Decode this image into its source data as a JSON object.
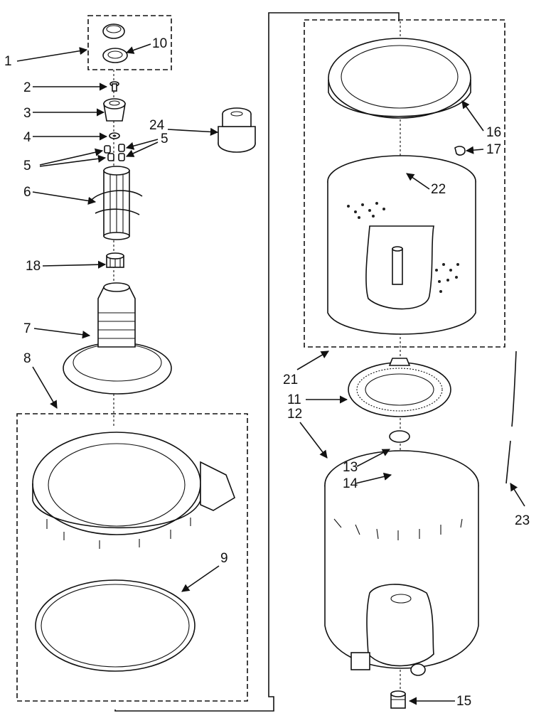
{
  "labels": [
    {
      "id": "1",
      "text": "1"
    },
    {
      "id": "2",
      "text": "2"
    },
    {
      "id": "3",
      "text": "3"
    },
    {
      "id": "4",
      "text": "4"
    },
    {
      "id": "5a",
      "text": "5"
    },
    {
      "id": "5b",
      "text": "5"
    },
    {
      "id": "6",
      "text": "6"
    },
    {
      "id": "7",
      "text": "7"
    },
    {
      "id": "8",
      "text": "8"
    },
    {
      "id": "9",
      "text": "9"
    },
    {
      "id": "10",
      "text": "10"
    },
    {
      "id": "11",
      "text": "11"
    },
    {
      "id": "12",
      "text": "12"
    },
    {
      "id": "13",
      "text": "13"
    },
    {
      "id": "14",
      "text": "14"
    },
    {
      "id": "15",
      "text": "15"
    },
    {
      "id": "16",
      "text": "16"
    },
    {
      "id": "17",
      "text": "17"
    },
    {
      "id": "18",
      "text": "18"
    },
    {
      "id": "21",
      "text": "21"
    },
    {
      "id": "22",
      "text": "22"
    },
    {
      "id": "23",
      "text": "23"
    },
    {
      "id": "24",
      "text": "24"
    }
  ]
}
